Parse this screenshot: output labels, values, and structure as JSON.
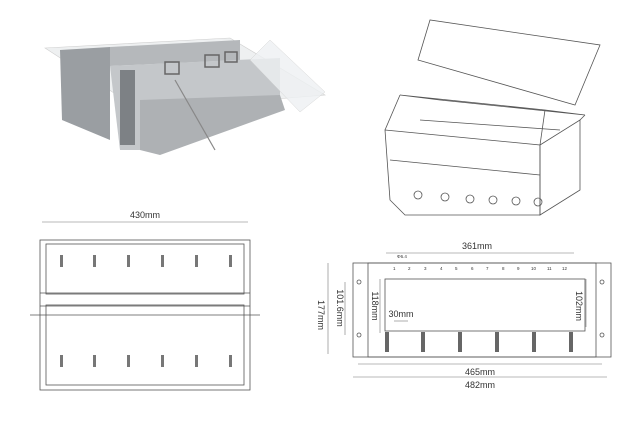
{
  "top_view": {
    "width_label": "430mm"
  },
  "front_view": {
    "hole_label": "Φ6.4",
    "inner_width_label": "361mm",
    "height_label": "177mm",
    "mount_spacing_label": "101.6mm",
    "inner_height_label": "118mm",
    "pitch_label": "30mm",
    "right_height_label": "102mm",
    "mid_width_label": "465mm",
    "overall_width_label": "482mm",
    "slot_numbers": [
      "1",
      "2",
      "3",
      "4",
      "5",
      "6",
      "7",
      "8",
      "9",
      "10",
      "11",
      "12"
    ]
  }
}
